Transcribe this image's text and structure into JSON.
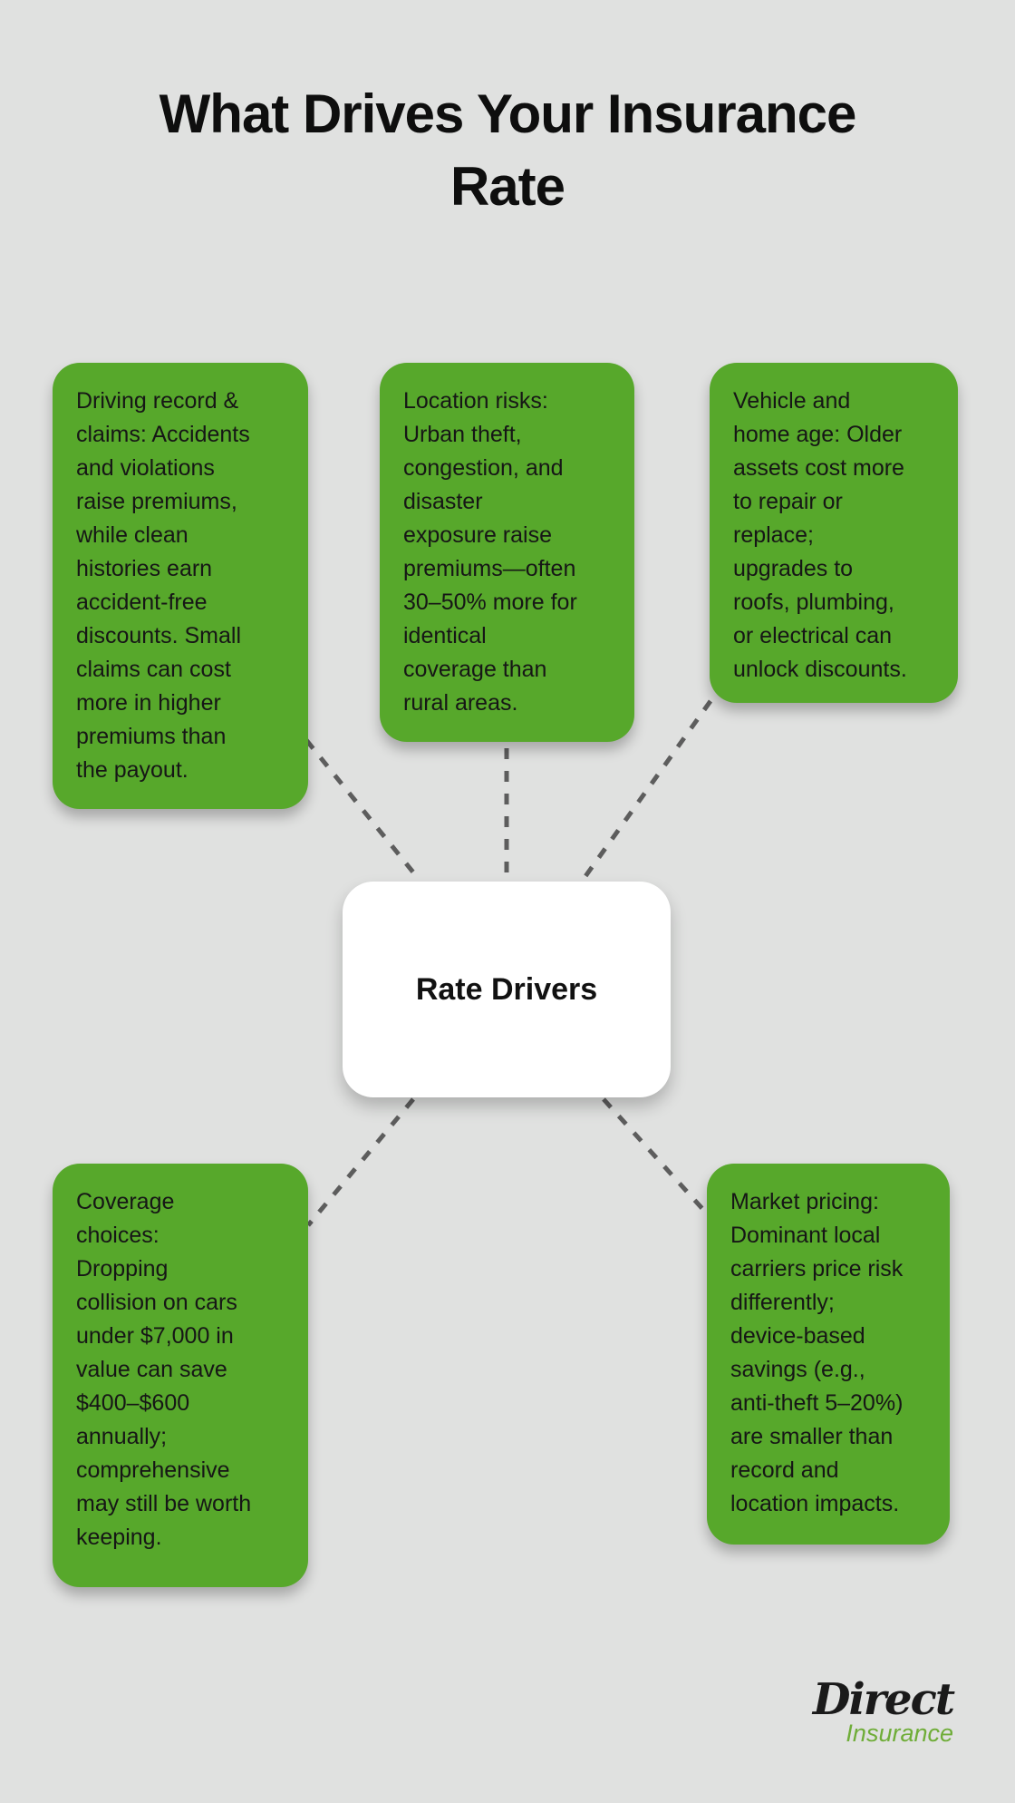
{
  "title": "What Drives Your Insurance Rate",
  "center_node": {
    "label": "Rate Drivers"
  },
  "factors": [
    {
      "id": "driving-record",
      "text": "Driving record & claims: Accidents and violations raise premiums, while clean histories earn accident-free discounts. Small claims can cost more in higher premiums than the payout."
    },
    {
      "id": "location-risks",
      "text": "Location risks: Urban theft, congestion, and disaster exposure raise premiums—often 30–50% more for identical coverage than rural areas."
    },
    {
      "id": "vehicle-home-age",
      "text": "Vehicle and home age: Older assets cost more to repair or replace; upgrades to roofs, plumbing, or electrical can unlock discounts."
    },
    {
      "id": "coverage-choices",
      "text": "Coverage choices: Dropping collision on cars under $7,000 in value can save $400–$600 annually; comprehensive may still be worth keeping."
    },
    {
      "id": "market-pricing",
      "text": "Market pricing: Dominant local carriers price risk differently; device-based savings (e.g., anti-theft 5–20%) are smaller than record and location impacts."
    }
  ],
  "logo": {
    "brand": "Direct",
    "tagline": "Insurance"
  },
  "colors": {
    "background": "#e0e1e0",
    "card_green": "#57a82b",
    "card_text": "#161616",
    "center_bg": "#ffffff",
    "connector": "#5d5d5d",
    "logo_black": "#1a1a1a",
    "logo_green": "#6fad38"
  }
}
